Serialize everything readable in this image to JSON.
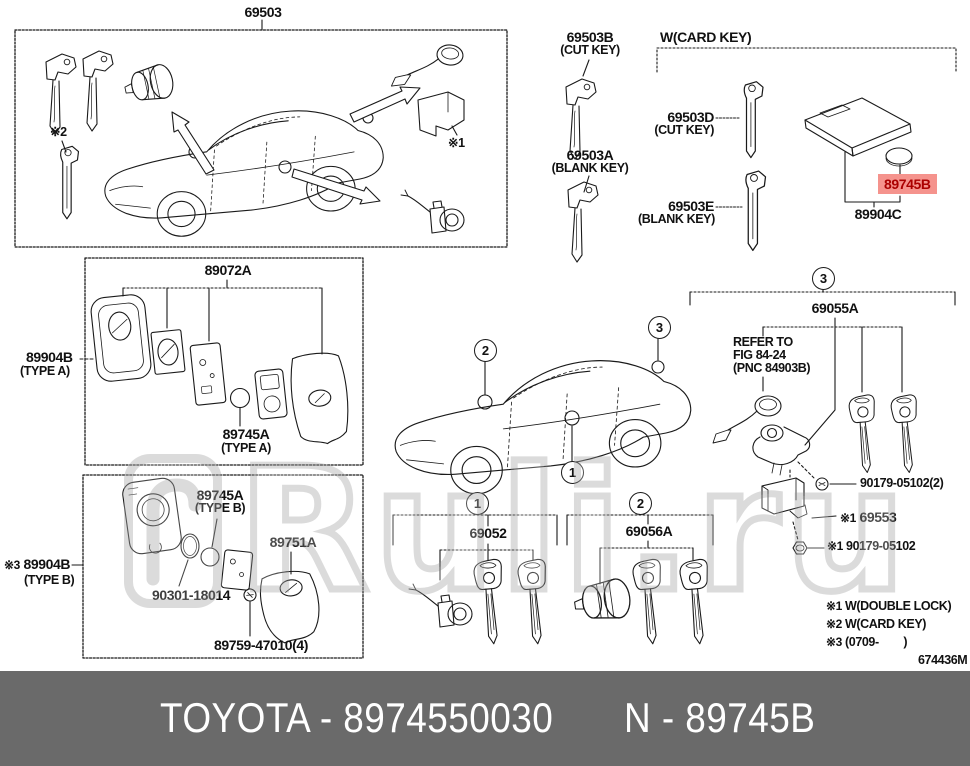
{
  "footer": {
    "left": "TOYOTA - 8974550030",
    "right": "N - 89745B"
  },
  "watermark": {
    "text": "Ruli.ru"
  },
  "doc_number": "674436M",
  "colors": {
    "highlight_bg": "#f5938d",
    "highlight_text": "#ab0000",
    "footer_bar": "#6a6a6a",
    "line": "#1a1a1a"
  },
  "callouts": {
    "c1": "1",
    "c2": "2",
    "c3": "3"
  },
  "marks": {
    "m1": "※1",
    "m2": "※2",
    "m3": "※3"
  },
  "parts": {
    "key_set": "69503",
    "cut_key": {
      "no": "69503B",
      "sub": "(CUT KEY)"
    },
    "blank_key": {
      "no": "69503A",
      "sub": "(BLANK KEY)"
    },
    "card_group": {
      "title": "W(CARD KEY)",
      "cut": {
        "no": "69503D",
        "sub": "(CUT KEY)"
      },
      "blank": {
        "no": "69503E",
        "sub": "(BLANK KEY)"
      },
      "battery": "89745B",
      "card": "89904C"
    },
    "type_a": {
      "assembly": "89072A",
      "transmitter": "89904B",
      "transmitter_sub": "(TYPE A)",
      "battery": "89745A",
      "battery_sub": "(TYPE A)"
    },
    "type_b": {
      "mark": "※3",
      "transmitter": "89904B",
      "transmitter_sub": "(TYPE B)",
      "battery": "89745A",
      "battery_sub": "(TYPE B)",
      "cover": "89751A",
      "oring": "90301-18014",
      "screw": "89759-47010(4)"
    },
    "door_lock": "69052",
    "glove_lock": "69056A",
    "trunk_group": {
      "no": "69055A",
      "refer_1": "REFER TO",
      "refer_2": "FIG 84-24",
      "refer_3": "(PNC 84903B)",
      "screw": "90179-05102(2)",
      "bracket_mark": "※1",
      "bracket": "69553",
      "nut_mark": "※1",
      "nut": "90179-05102"
    }
  },
  "legend": [
    {
      "mark": "※1",
      "text": "W(DOUBLE LOCK)"
    },
    {
      "mark": "※2",
      "text": "W(CARD KEY)"
    },
    {
      "mark": "※3",
      "text": "(0709-        )"
    }
  ]
}
